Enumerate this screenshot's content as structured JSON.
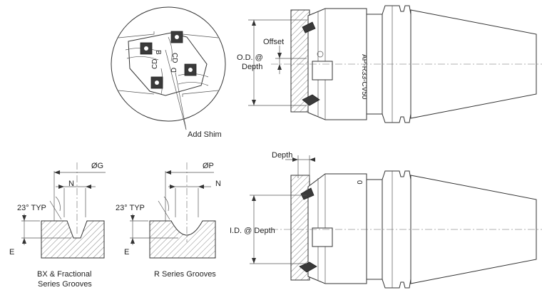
{
  "labels": {
    "offset": "Offset",
    "od_depth_1": "O.D. @",
    "od_depth_2": "Depth",
    "add_shim": "Add Shim",
    "depth": "Depth",
    "id_depth": "I.D. @ Depth",
    "og": "ØG",
    "op": "ØP",
    "n_left": "N",
    "n_right": "N",
    "typ_left": "23° TYP",
    "typ_right": "23° TYP",
    "e_left": "E",
    "e_right": "E",
    "caption_left_1": "BX & Fractional",
    "caption_left_2": "Series Grooves",
    "caption_right": "R Series Grooves",
    "tool_marking": "AP-R33-CV50",
    "pos_marks": [
      "B",
      "CD",
      "CD",
      "D"
    ]
  },
  "colors": {
    "line": "#333333",
    "insert": "#3a3a3a",
    "background": "#ffffff"
  }
}
